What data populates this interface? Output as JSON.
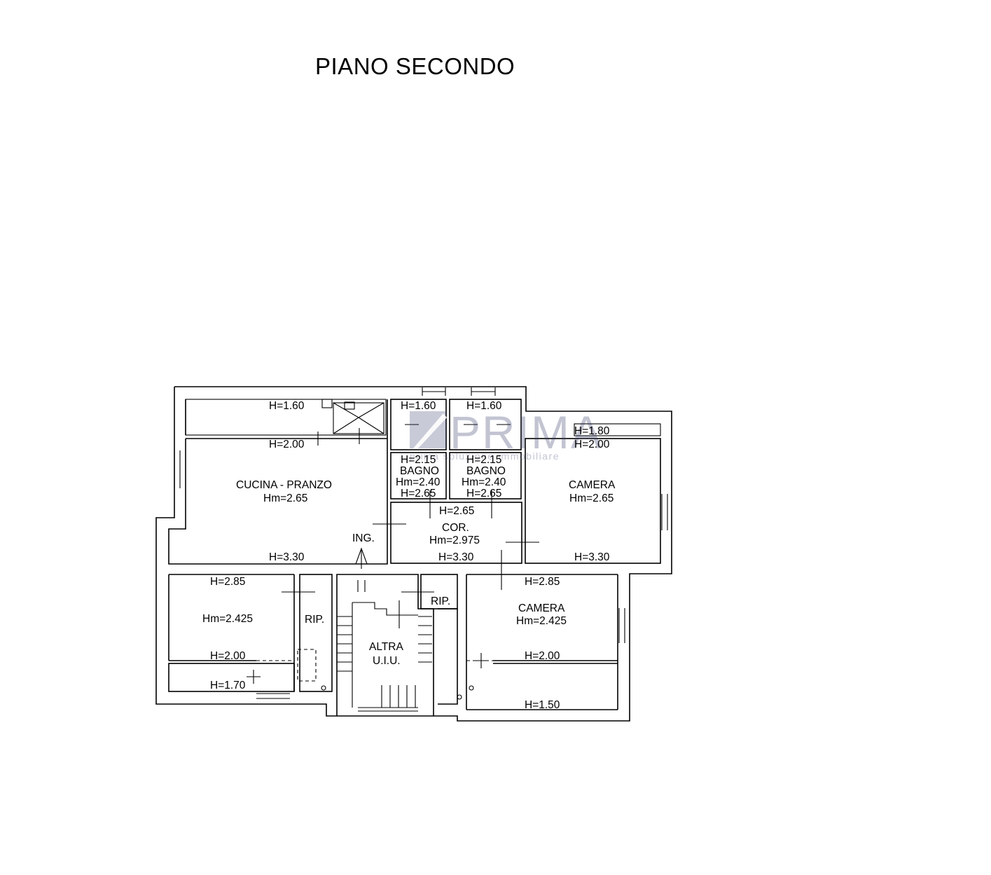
{
  "title": "PIANO SECONDO",
  "watermark": {
    "logo_text": "PRIMA",
    "tagline": "prima soluzione immobiliare"
  },
  "labels": {
    "top_left_h160": "H=1.60",
    "top_left_h200": "H=2.00",
    "cucina_name": "CUCINA - PRANZO",
    "cucina_hm": "Hm=2.65",
    "cucina_h330": "H=3.30",
    "bagno1_h160": "H=1.60",
    "bagno1_h215": "H=2.15",
    "bagno1_name": "BAGNO",
    "bagno1_hm": "Hm=2.40",
    "bagno1_h265": "H=2.65",
    "bagno2_h160": "H=1.60",
    "bagno2_h215": "H=2.15",
    "bagno2_name": "BAGNO",
    "bagno2_hm": "Hm=2.40",
    "bagno2_h265": "H=2.65",
    "cor_h265": "H=2.65",
    "cor_name": "COR.",
    "cor_hm": "Hm=2.975",
    "cor_h330": "H=3.30",
    "ing": "ING.",
    "camera1_h180": "H=1.80",
    "camera1_h200": "H=2.00",
    "camera1_name": "CAMERA",
    "camera1_hm": "Hm=2.65",
    "camera1_h330": "H=3.30",
    "sw_h285": "H=2.85",
    "sw_hm": "Hm=2.425",
    "sw_h200": "H=2.00",
    "sw_h170": "H=1.70",
    "rip1": "RIP.",
    "altra": "ALTRA",
    "uiu": "U.I.U.",
    "rip2": "RIP.",
    "camera2_h285": "H=2.85",
    "camera2_name": "CAMERA",
    "camera2_hm": "Hm=2.425",
    "camera2_h200": "H=2.00",
    "camera2_h150": "H=1.50"
  }
}
